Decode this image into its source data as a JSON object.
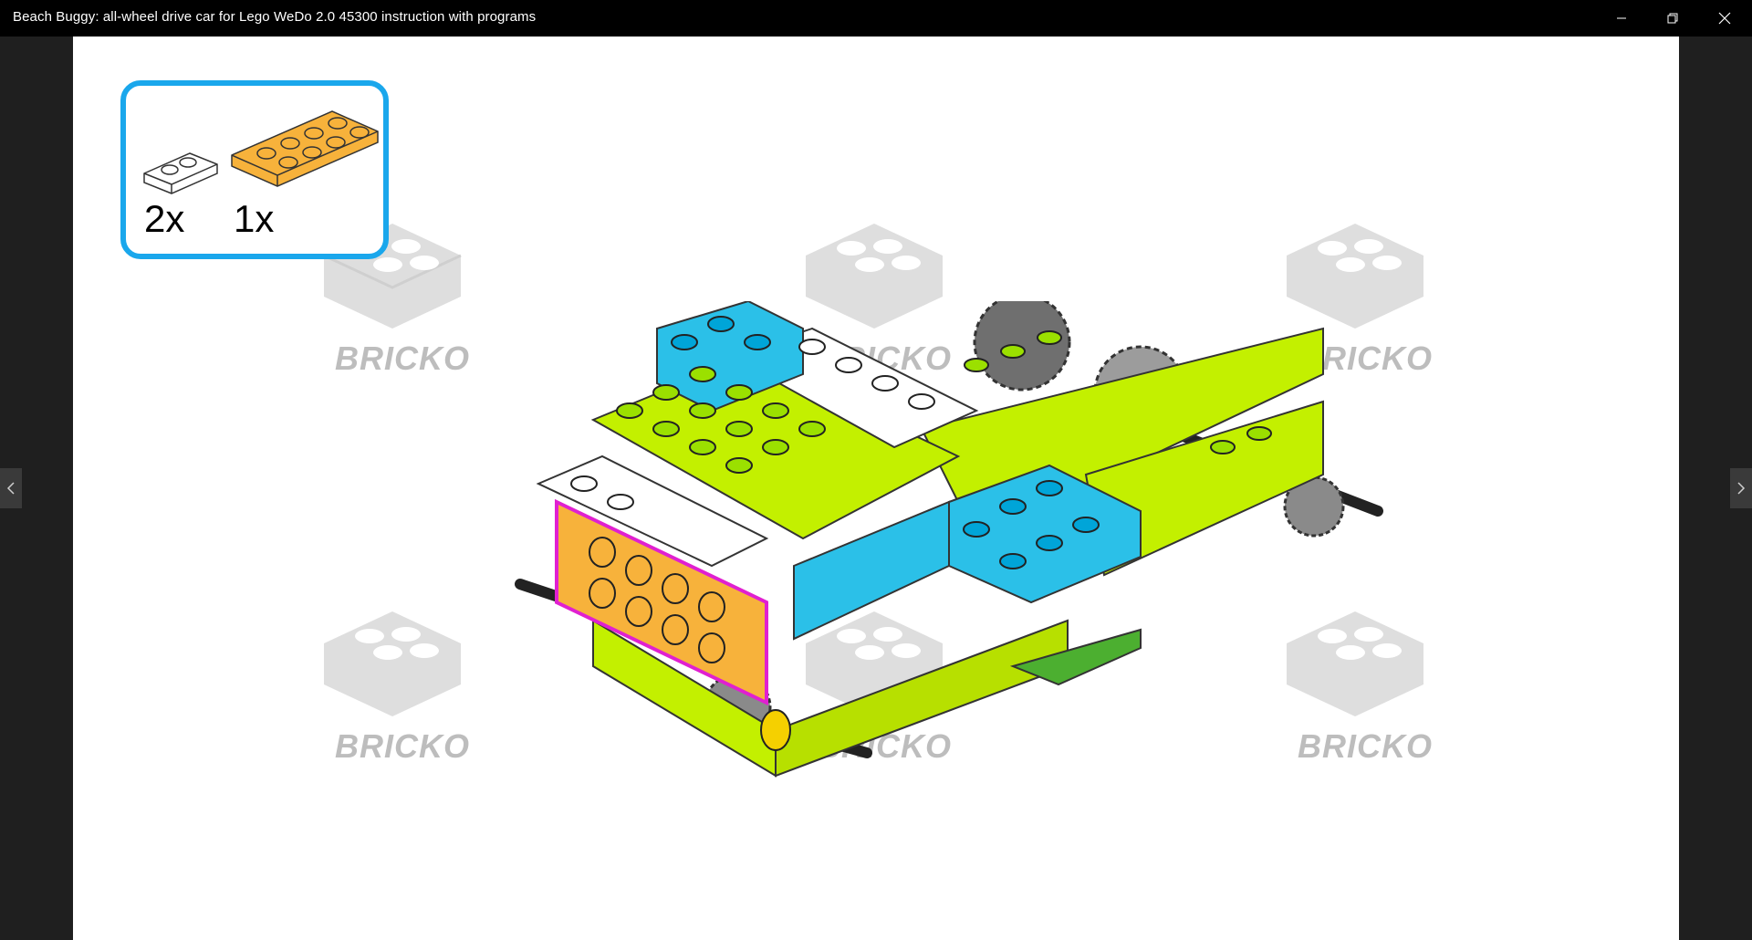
{
  "window": {
    "title": "Beach Buggy: all-wheel drive car for Lego WeDo 2.0 45300 instruction with programs",
    "controls": {
      "minimize_icon": "minimize-icon",
      "maximize_icon": "restore-icon",
      "close_icon": "close-icon"
    }
  },
  "navigation": {
    "prev_icon": "chevron-left-icon",
    "next_icon": "chevron-right-icon"
  },
  "instruction": {
    "parts": [
      {
        "quantity": "2x",
        "color": "#ffffff",
        "part": "white 1x2 plate"
      },
      {
        "quantity": "1x",
        "color": "#f7b23b",
        "part": "orange 2x4 plate"
      }
    ],
    "accent_color": "#1aa7ec",
    "highlight_color": "#e020d0"
  },
  "watermark": {
    "text": "BRICKO",
    "count": 6
  }
}
